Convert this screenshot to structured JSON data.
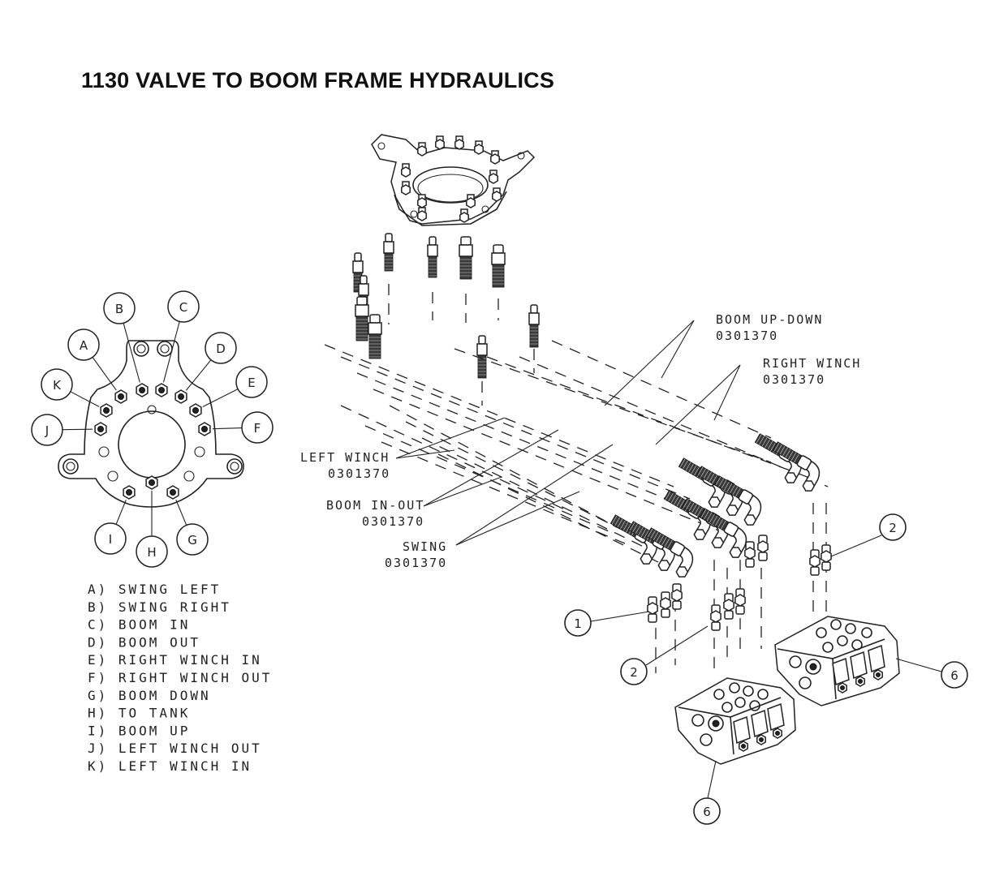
{
  "title": "1130 VALVE TO BOOM FRAME HYDRAULICS",
  "port_letters": [
    "A",
    "B",
    "C",
    "D",
    "E",
    "F",
    "G",
    "H",
    "I",
    "J",
    "K"
  ],
  "legend": [
    "A) SWING LEFT",
    "B) SWING RIGHT",
    "C) BOOM IN",
    "D) BOOM OUT",
    "E) RIGHT WINCH IN",
    "F) RIGHT WINCH OUT",
    "G) BOOM DOWN",
    "H) TO TANK",
    "I) BOOM UP",
    "J) LEFT WINCH OUT",
    "K) LEFT WINCH IN"
  ],
  "hose_callouts": {
    "boom_up_down": {
      "name": "BOOM UP-DOWN",
      "part": "0301370"
    },
    "right_winch": {
      "name": "RIGHT WINCH",
      "part": "0301370"
    },
    "left_winch": {
      "name": "LEFT WINCH",
      "part": "0301370"
    },
    "boom_in_out": {
      "name": "BOOM IN-OUT",
      "part": "0301370"
    },
    "swing": {
      "name": "SWING",
      "part": "0301370"
    }
  },
  "item_bubbles": [
    "1",
    "2",
    "2",
    "6",
    "6"
  ]
}
